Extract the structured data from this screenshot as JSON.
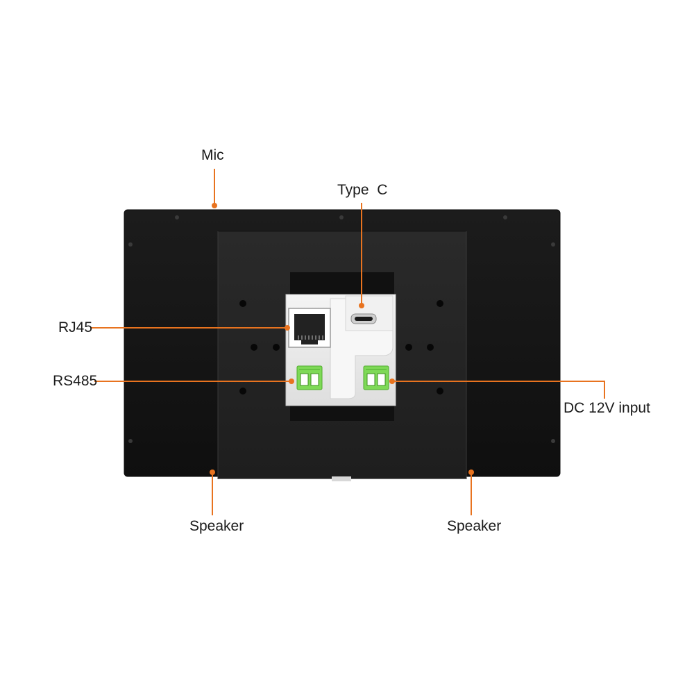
{
  "callouts": {
    "mic": "Mic",
    "type_c": "Type  C",
    "rj45": "RJ45",
    "rs485": "RS485",
    "dc_input": "DC 12V input",
    "speaker_left": "Speaker",
    "speaker_right": "Speaker"
  },
  "colors": {
    "callout_line": "#e8731f",
    "panel_body": "#161616",
    "mount_plate": "#242424",
    "port_module": "#eeeeee",
    "terminal_block": "#7ed957"
  }
}
